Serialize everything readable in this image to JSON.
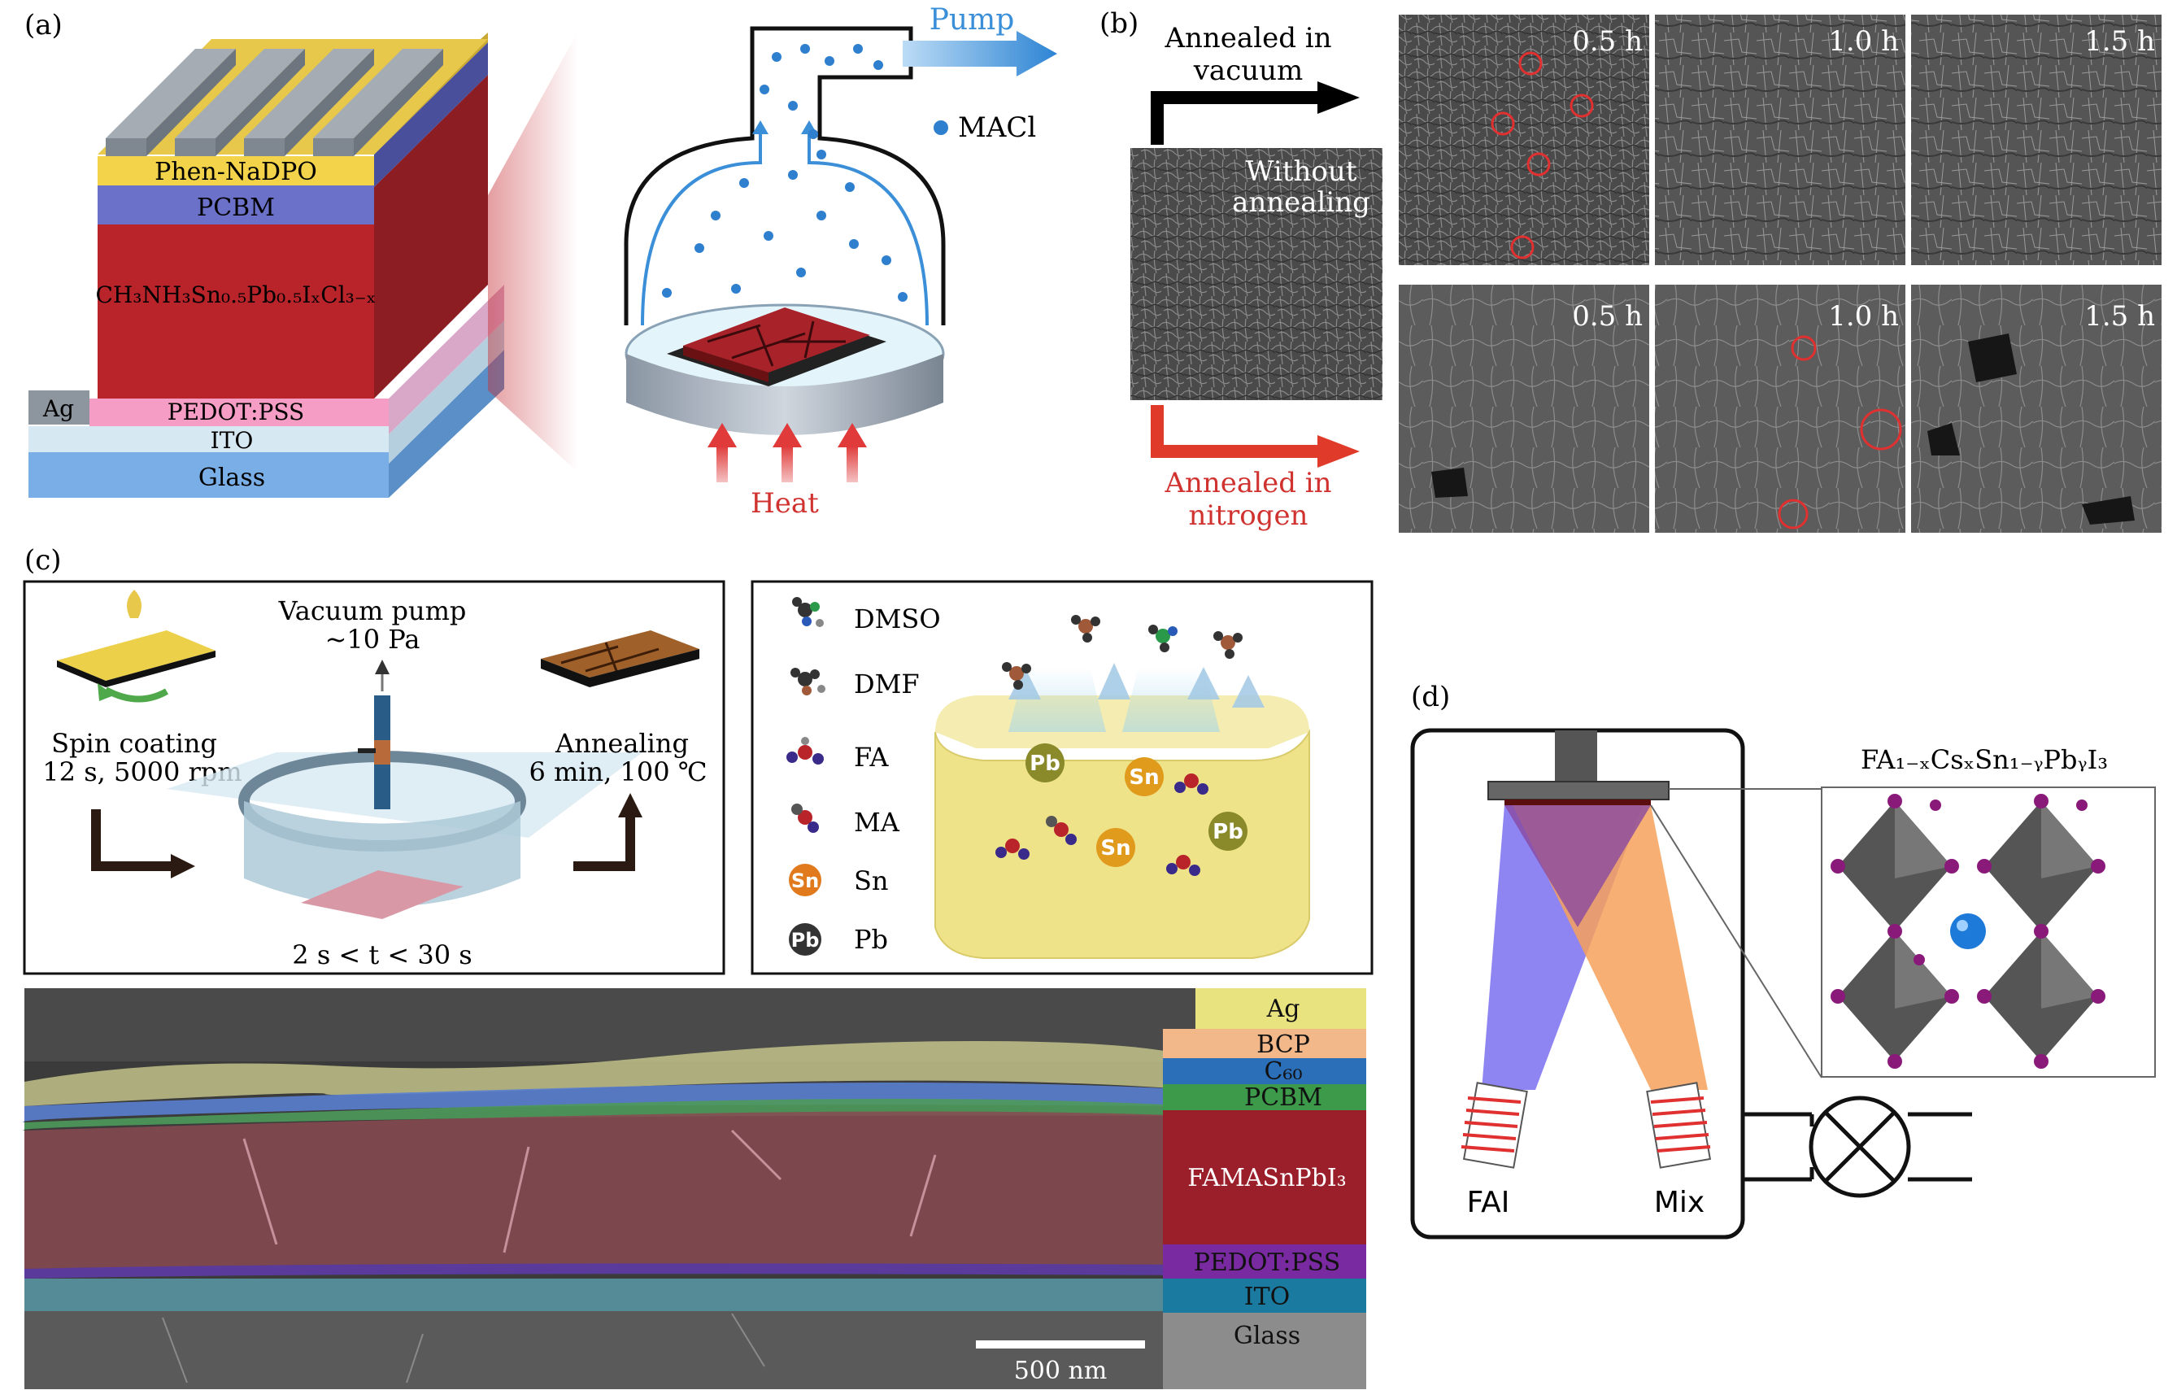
{
  "panel_a": {
    "label": "(a)",
    "layers": {
      "phen": "Phen-NaDPO",
      "pcbm": "PCBM",
      "perovskite": "CH₃NH₃Sn₀.₅Pb₀.₅IₓCl₃₋ₓ",
      "pedot": "PEDOT:PSS",
      "ito": "ITO",
      "glass": "Glass",
      "ag": "Ag"
    },
    "pump": "Pump",
    "legend_macl": "MACl",
    "heat": "Heat"
  },
  "panel_b": {
    "label": "(b)",
    "vacuum": [
      "Annealed in",
      "vacuum"
    ],
    "nitrogen": [
      "Annealed in",
      "nitrogen"
    ],
    "without": [
      "Without",
      "annealing"
    ],
    "times": [
      "0.5 h",
      "1.0 h",
      "1.5 h"
    ]
  },
  "panel_c": {
    "label": "(c)",
    "vacuum_pump": [
      "Vacuum pump",
      "~10 Pa"
    ],
    "spin": [
      "Spin coating",
      "12 s, 5000 rpm"
    ],
    "anneal": [
      "Annealing",
      "6 min, 100 ℃"
    ],
    "time_range": "2 s < t < 30 s",
    "legend": [
      "DMSO",
      "DMF",
      "FA",
      "MA",
      "Sn",
      "Pb"
    ],
    "sn": "Sn",
    "pb": "Pb",
    "stack": [
      "Ag",
      "BCP",
      "C₆₀",
      "PCBM",
      "FAMASnPbI₃",
      "PEDOT:PSS",
      "ITO",
      "Glass"
    ],
    "scale": "500 nm"
  },
  "panel_d": {
    "label": "(d)",
    "formula": "FA₁₋ₓCsₓSn₁₋ᵧPbᵧI₃",
    "fai": "FAI",
    "mix": "Mix"
  },
  "colors": {
    "perovskite_red": "#b8242a",
    "pcbm_blue": "#6b71c9",
    "phen_yellow": "#f4d545",
    "ito_light": "#d6e8f2",
    "glass_blue": "#79aee6",
    "arrow_red": "#e03a2a",
    "pump_blue": "#3a8fd8",
    "fai_purple": "#7a6ef0",
    "mix_orange": "#f7a15a"
  }
}
